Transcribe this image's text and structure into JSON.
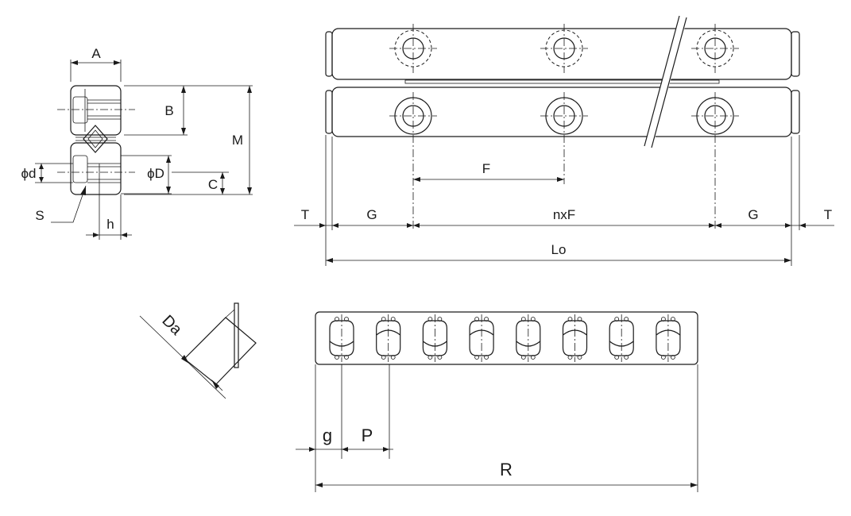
{
  "dimension_labels": {
    "A": "A",
    "B": "B",
    "M": "M",
    "d": "ϕd",
    "D": "ϕD",
    "C": "C",
    "S": "S",
    "h": "h",
    "T_left": "T",
    "G_left": "G",
    "nxF": "nxF",
    "G_right": "G",
    "T_right": "T",
    "F": "F",
    "Lo": "Lo",
    "Da": "Da",
    "g": "g",
    "P": "P",
    "R": "R"
  },
  "cage": {
    "roller_count": 8
  }
}
